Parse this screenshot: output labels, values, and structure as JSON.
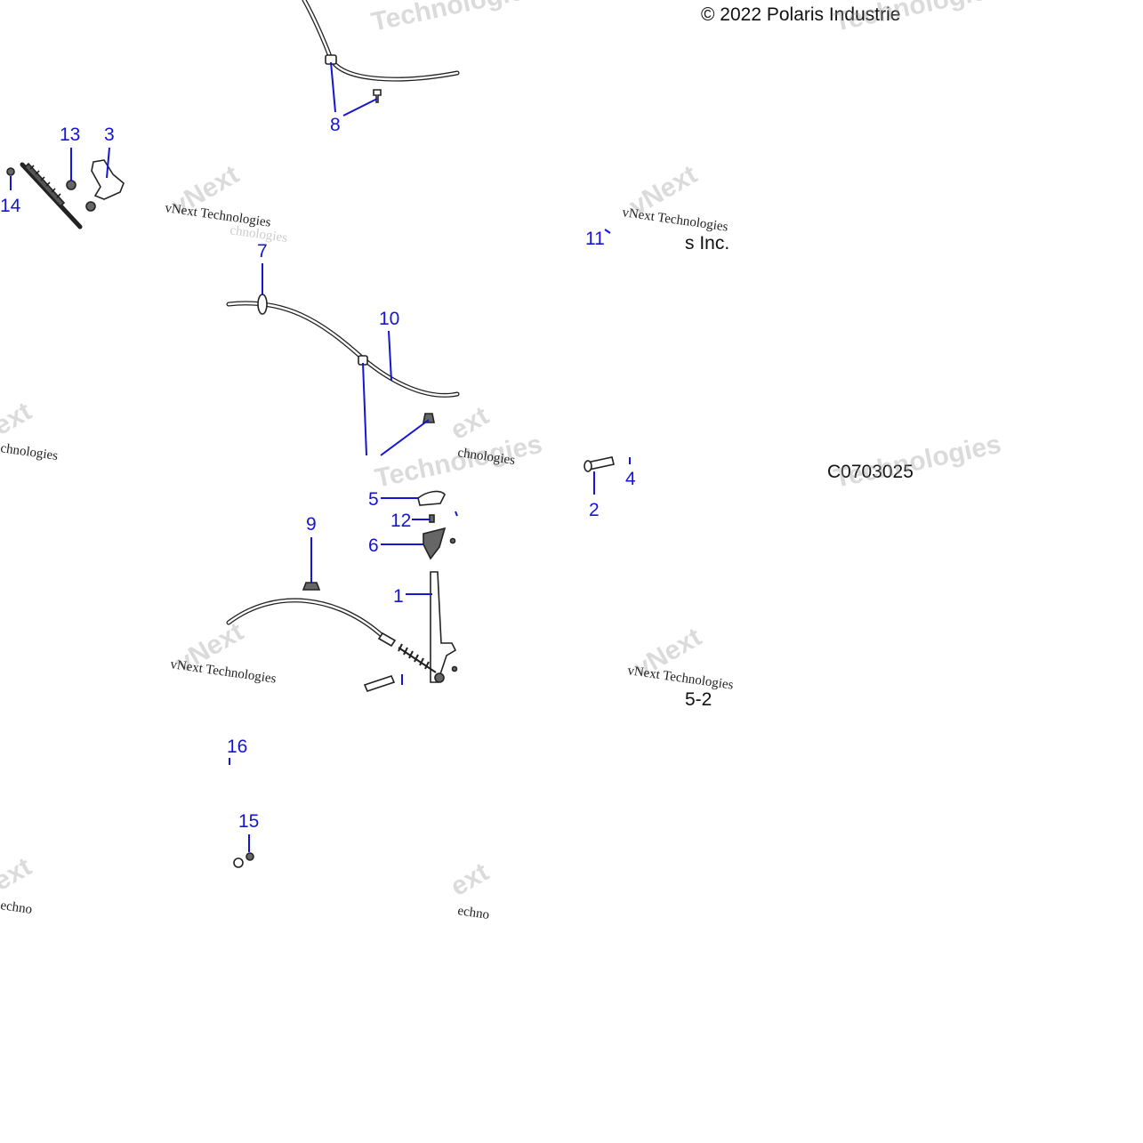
{
  "copyright": "© 2022 Polaris Industrie",
  "copyright_fragment": "s Inc.",
  "figure_code": "C0703025",
  "page_fragment": "5-2",
  "watermark": {
    "line1": "vNext Technologies",
    "line2": "vNext",
    "line3": "Technologies",
    "frag_chnologies": "chnologies",
    "frag_ext": "ext",
    "frag_echno": "echno"
  },
  "callouts": {
    "p1": "1",
    "p2": "2",
    "p3": "3",
    "p4": "4",
    "p5": "5",
    "p6": "6",
    "p7": "7",
    "p8": "8",
    "p9": "9",
    "p10": "10",
    "p11": "11",
    "p12": "12",
    "p13": "13",
    "p14": "14",
    "p15": "15",
    "p16": "16"
  },
  "colors": {
    "callout": "#1515d6",
    "line_art": "#222222",
    "watermark": "#9a9a9a"
  }
}
